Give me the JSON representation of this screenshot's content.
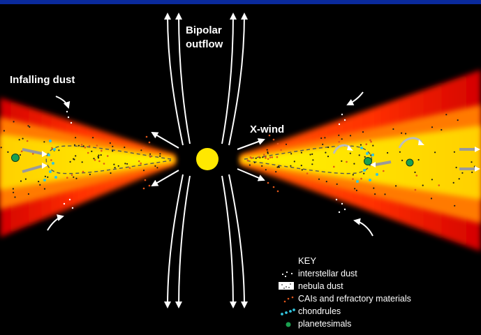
{
  "labels": {
    "bipolar_line1": "Bipolar",
    "bipolar_line2": "outflow",
    "infalling": "Infalling dust",
    "xwind": "X-wind"
  },
  "key": {
    "title": "KEY",
    "items": [
      {
        "label": "interstellar dust",
        "symbol": "white-dots"
      },
      {
        "label": "nebula dust",
        "symbol": "white-speckled-box"
      },
      {
        "label": "CAIs and refractory materials",
        "symbol": "orange-dots"
      },
      {
        "label": "chondrules",
        "symbol": "cyan-dots"
      },
      {
        "label": "planetesimals",
        "symbol": "green-dot"
      }
    ]
  },
  "colors": {
    "background": "#000000",
    "top_bar": "#0a2a9c",
    "disk_outer": "#e00000",
    "disk_mid": "#ff8a00",
    "disk_inner": "#fff200",
    "star": "#ffe800",
    "interstellar_dust": "#ffffff",
    "refractory": "#e0561a",
    "chondrules": "#33c6e0",
    "planetesimals": "#1aa050"
  }
}
